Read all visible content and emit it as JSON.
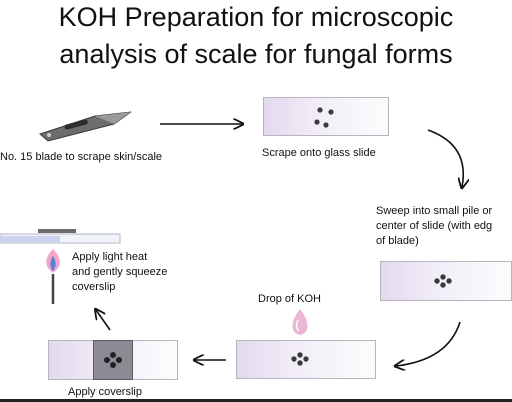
{
  "title": {
    "line1": "KOH Preparation for microscopic",
    "line2": "analysis of scale for fungal forms"
  },
  "steps": {
    "blade_label": "No. 15 blade to scrape skin/scale",
    "scrape_label": "Scrape onto glass slide",
    "sweep_label": {
      "line1": "Sweep into small pile or",
      "line2": "center of slide (with edg",
      "line3": "of blade)"
    },
    "koh_label": "Drop of KOH",
    "coverslip_label": "Apply coverslip",
    "heat_label": {
      "line1": "Apply light heat",
      "line2": "and gently squeeze",
      "line3": "coverslip"
    }
  },
  "icons": {
    "blade": "scalpel-blade-icon",
    "flame": "flame-icon",
    "drop": "koh-drop-icon",
    "arrows": "arrow-icon"
  },
  "colors": {
    "slide_tint": "#e3d9ef",
    "specimen": "#3a3a3a",
    "flame_outer": "#f4a6c8",
    "flame_inner": "#5a82d8",
    "drop": "#e9b6d3"
  }
}
